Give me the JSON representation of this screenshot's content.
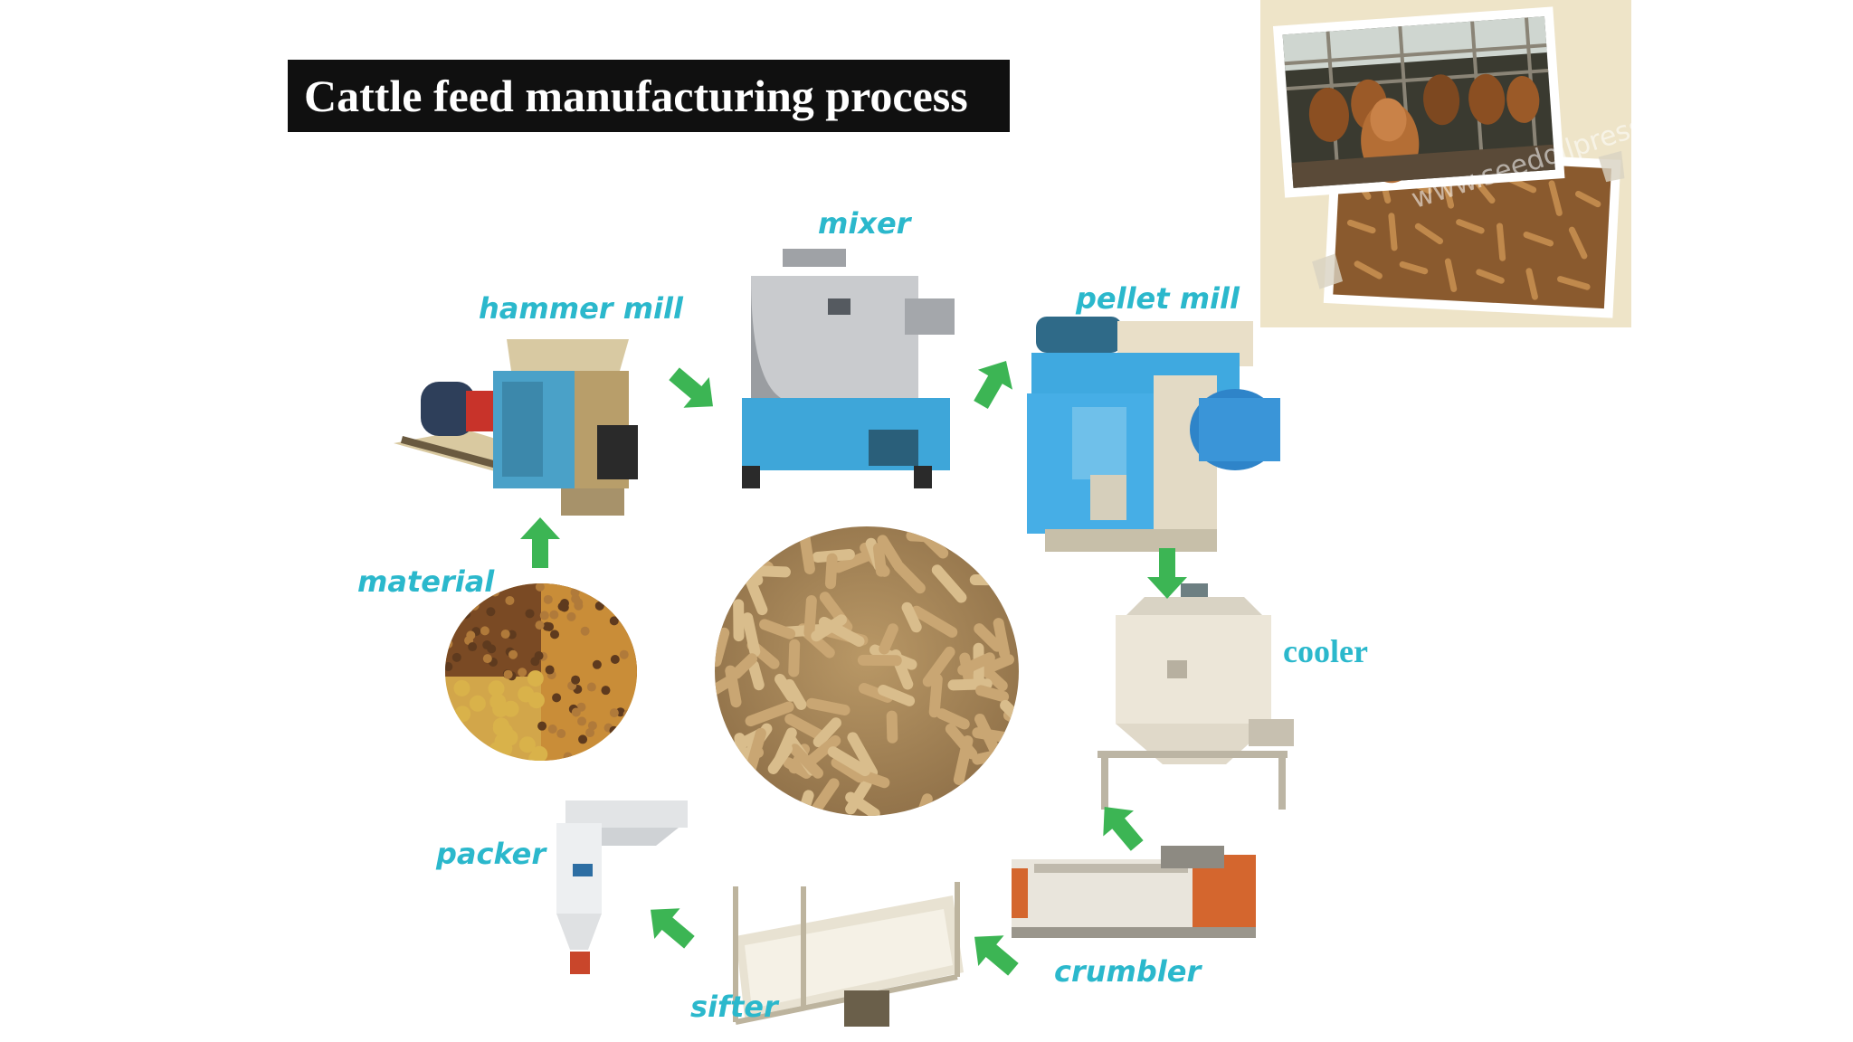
{
  "title": "Cattle feed manufacturing process",
  "photo": {
    "watermark": "www.seedoilpress.com"
  },
  "stages": {
    "mixer": "mixer",
    "hammermill": "hammer mill",
    "pellet_mill": "pellet mill",
    "material": "material",
    "cooler": "cooler",
    "packer": "packer",
    "crumbler": "crumbler",
    "sifter": "sifter"
  },
  "colors": {
    "label": "#2bb8cc",
    "arrow": "#3cb554",
    "machine_blue": "#3fa9e0",
    "machine_cream": "#e7e0cf",
    "pellet": "#c9a673"
  }
}
